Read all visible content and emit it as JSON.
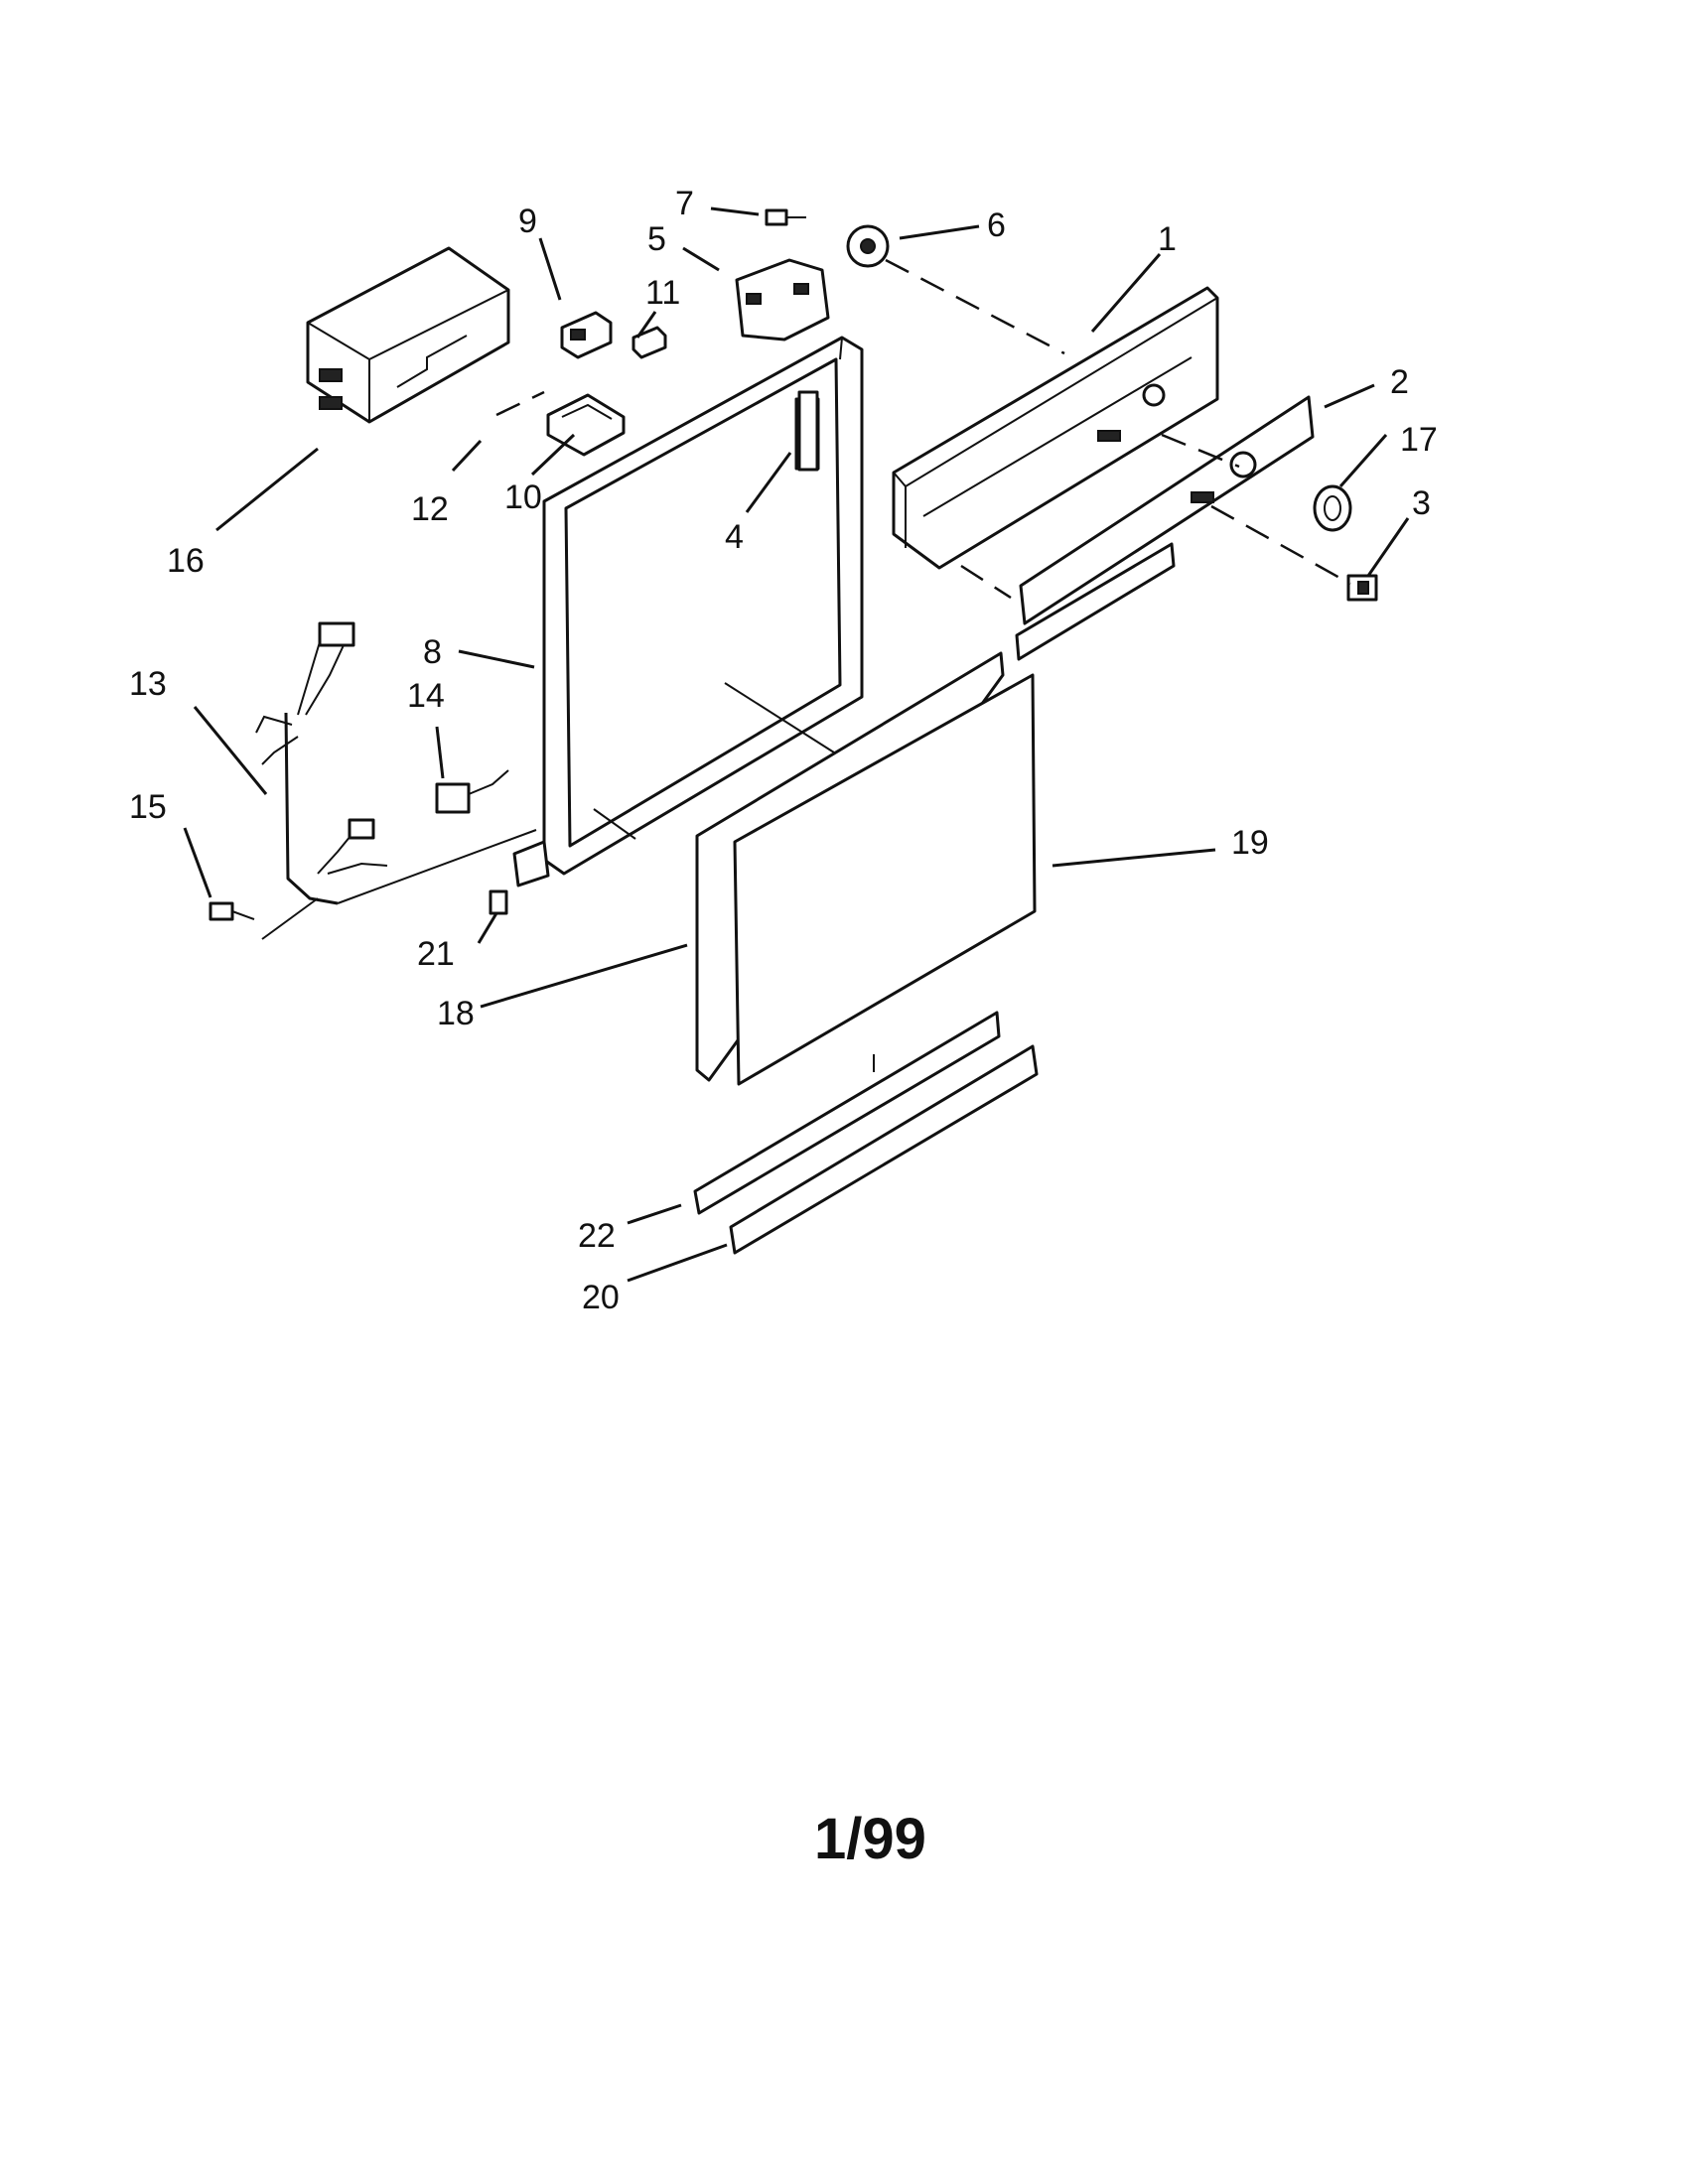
{
  "callouts": [
    {
      "key": "c1",
      "label": "1"
    },
    {
      "key": "c2",
      "label": "2"
    },
    {
      "key": "c3",
      "label": "3"
    },
    {
      "key": "c4",
      "label": "4"
    },
    {
      "key": "c5",
      "label": "5"
    },
    {
      "key": "c6",
      "label": "6"
    },
    {
      "key": "c7",
      "label": "7"
    },
    {
      "key": "c8",
      "label": "8"
    },
    {
      "key": "c9",
      "label": "9"
    },
    {
      "key": "c10",
      "label": "10"
    },
    {
      "key": "c11",
      "label": "11"
    },
    {
      "key": "c12",
      "label": "12"
    },
    {
      "key": "c13",
      "label": "13"
    },
    {
      "key": "c14",
      "label": "14"
    },
    {
      "key": "c15",
      "label": "15"
    },
    {
      "key": "c16",
      "label": "16"
    },
    {
      "key": "c17",
      "label": "17"
    },
    {
      "key": "c18",
      "label": "18"
    },
    {
      "key": "c19",
      "label": "19"
    },
    {
      "key": "c20",
      "label": "20"
    },
    {
      "key": "c21",
      "label": "21"
    },
    {
      "key": "c22",
      "label": "22"
    }
  ],
  "footer": {
    "revision": "1/99"
  }
}
